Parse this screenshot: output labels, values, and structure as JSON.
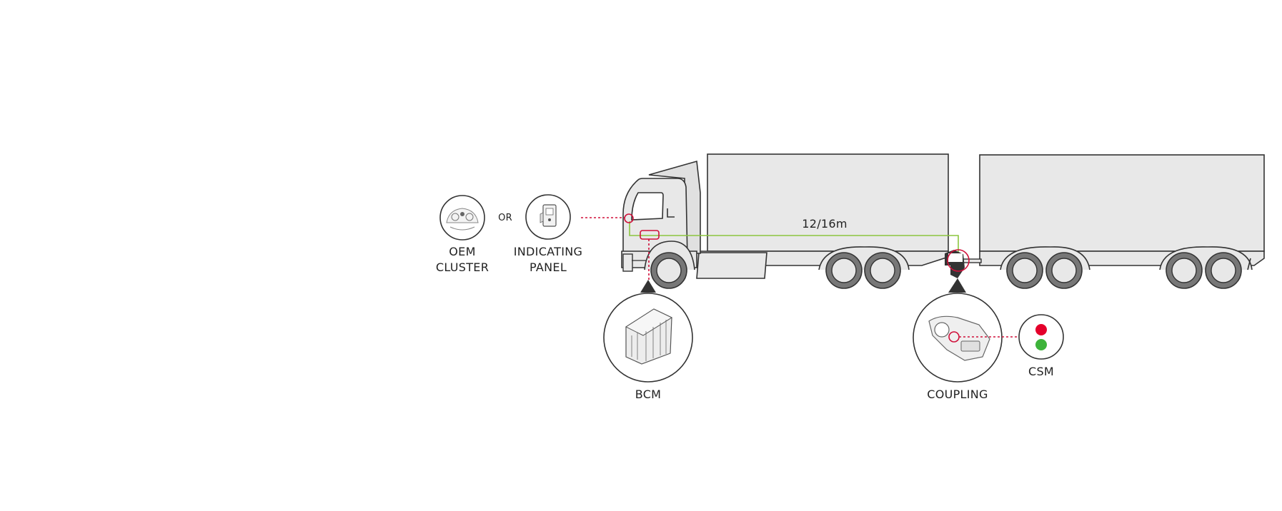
{
  "labels": {
    "oem_line1": "OEM",
    "oem_line2": "CLUSTER",
    "or": "OR",
    "panel_line1": "INDICATING",
    "panel_line2": "PANEL",
    "length": "12/16m",
    "bcm": "BCM",
    "coupling": "COUPLING",
    "csm": "CSM"
  },
  "icons": {
    "oem": "dashboard-cluster-icon",
    "panel": "indicating-panel-icon",
    "bcm": "control-module-icon",
    "coupling": "trailer-coupling-icon",
    "csm": "status-lights-icon"
  },
  "colors": {
    "accent": "#d0103a",
    "cable": "#8cc63f",
    "body_fill": "#e8e8e8",
    "outline": "#333333",
    "status_red": "#e4002b",
    "status_green": "#3db33a"
  }
}
